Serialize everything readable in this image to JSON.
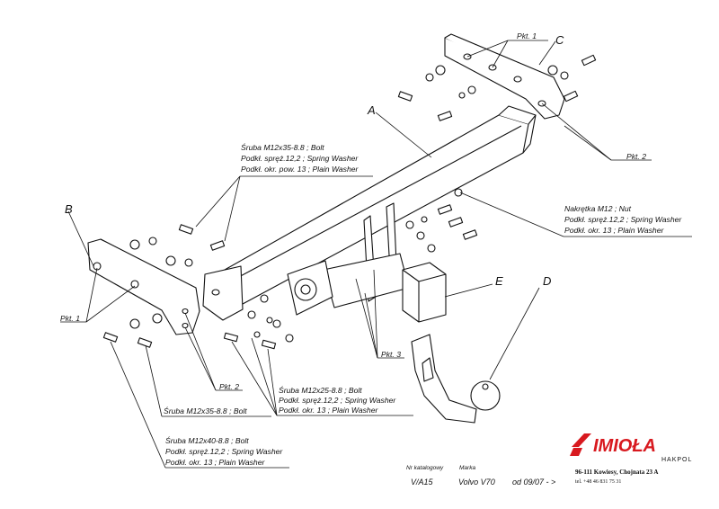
{
  "part_labels": {
    "A": "A",
    "B": "B",
    "C": "C",
    "D": "D",
    "E": "E"
  },
  "points": {
    "pkt1_top": "Pkt. 1",
    "pkt2_right": "Pkt. 2",
    "pkt1_left": "Pkt. 1",
    "pkt2_left": "Pkt. 2",
    "pkt3": "Pkt. 3"
  },
  "callouts": {
    "top_left": [
      "Śruba M12x35-8.8 ;  Bolt",
      "Podkł. spręż.12,2 ; Spring Washer",
      "Podkł. okr. pow. 13 ; Plain Washer"
    ],
    "nut": [
      "Nakrętka  M12 ; Nut",
      "Podkł. spręż.12,2 ; Spring Washer",
      "Podkł. okr. 13 ; Plain Washer"
    ],
    "middle": [
      "Śruba M12x25-8.8 ;  Bolt",
      "Podkł. spręż.12,2 ; Spring Washer",
      "Podkł. okr. 13 ; Plain Washer"
    ],
    "bolt_35": "Śruba M12x35-8.8 ;  Bolt",
    "bottom_left": [
      "Śruba M12x40-8.8 ;  Bolt",
      "Podkł. spręż.12,2 ; Spring Washer",
      "Podkł. okr. 13 ; Plain Washer"
    ]
  },
  "footer": {
    "catalog_label": "Nr katalogowy",
    "catalog_value": "V/A15",
    "brand_label": "Marka",
    "brand_value": "Volvo V70",
    "date_value": "od  09/07 - >"
  },
  "logo": {
    "name": "IMIOŁA",
    "sub": "HAKPOL",
    "address": "96-111 Kowiesy, Chojnata 23 A",
    "phone": "tel. +48 46 831 75 31",
    "color": "#d8191f"
  }
}
